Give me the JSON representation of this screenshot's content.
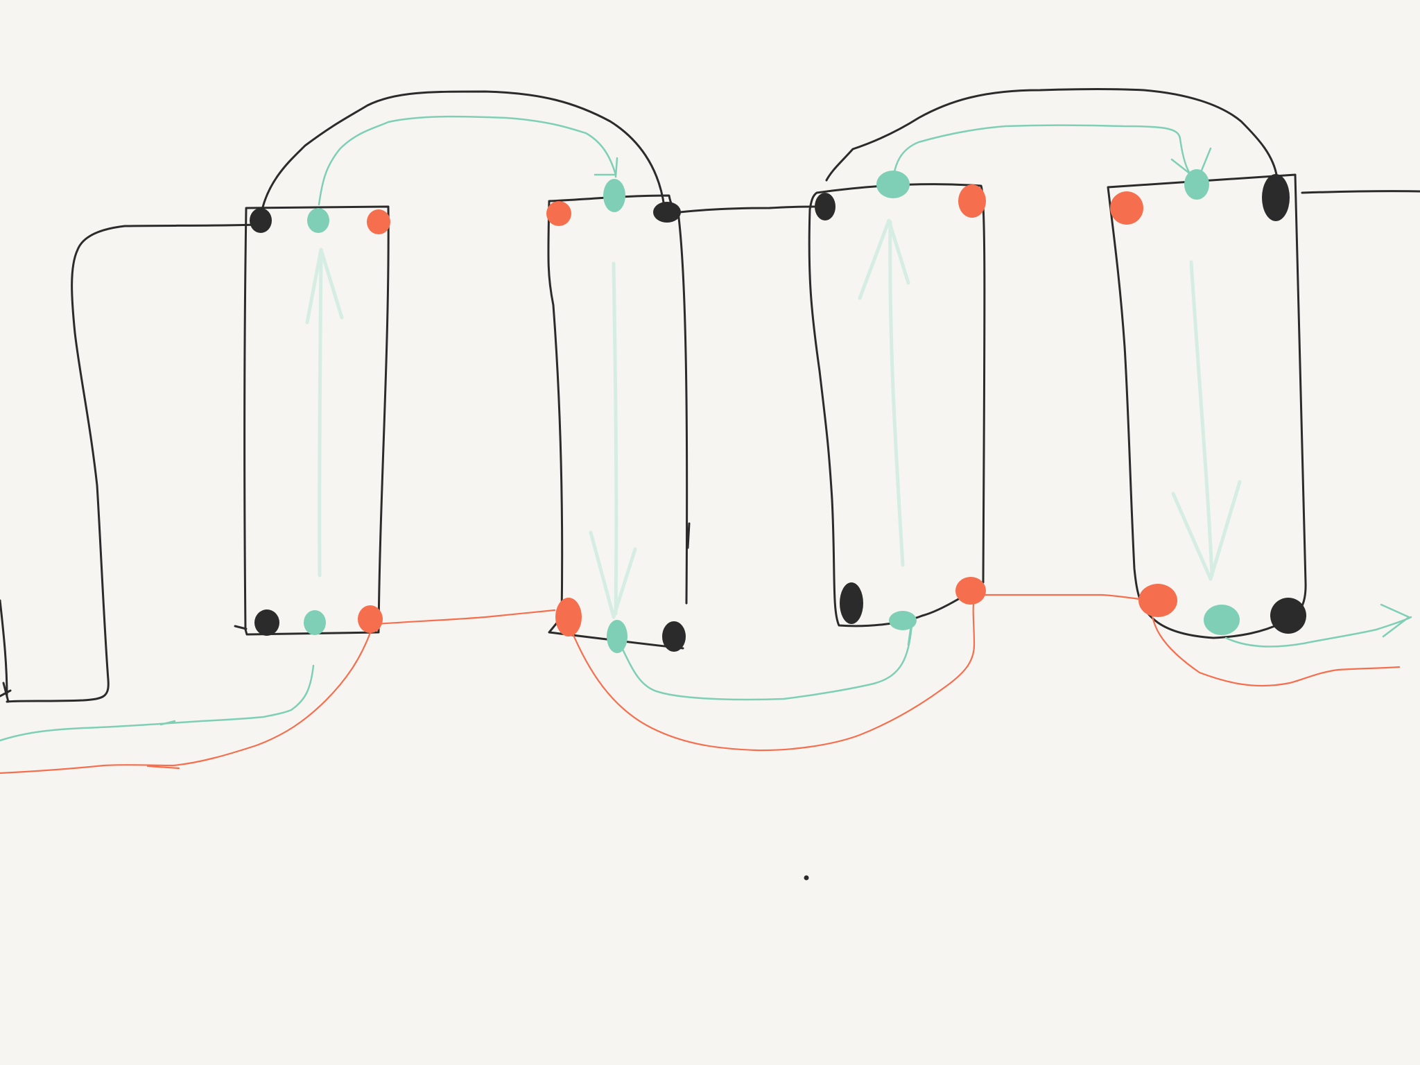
{
  "colors": {
    "background": "#f6f5f1",
    "ink": "#2b2b2b",
    "teal": "#7ecfb6",
    "orange": "#f56e4e",
    "faint_teal": "#d6ede4"
  },
  "diagram": {
    "modules": [
      {
        "id": "module-1",
        "flow": "up"
      },
      {
        "id": "module-2",
        "flow": "down"
      },
      {
        "id": "module-3",
        "flow": "up"
      },
      {
        "id": "module-4",
        "flow": "down"
      }
    ],
    "port_colors": [
      "ink",
      "teal",
      "orange"
    ],
    "connections": [
      {
        "from": "module-1",
        "to": "module-2",
        "color": "ink",
        "route": "top-arc"
      },
      {
        "from": "module-1",
        "to": "module-2",
        "color": "teal",
        "route": "top-arc"
      },
      {
        "from": "module-3",
        "to": "module-4",
        "color": "ink",
        "route": "top-arc"
      },
      {
        "from": "module-3",
        "to": "module-4",
        "color": "teal",
        "route": "top-arc"
      },
      {
        "from": "module-1",
        "to": "module-2",
        "color": "orange",
        "route": "bottom-straight"
      },
      {
        "from": "module-2",
        "to": "module-3",
        "color": "teal",
        "route": "bottom-loop"
      },
      {
        "from": "module-2",
        "to": "module-3",
        "color": "orange",
        "route": "bottom-loop"
      },
      {
        "from": "module-3",
        "to": "module-4",
        "color": "orange",
        "route": "bottom-straight"
      },
      {
        "from": "module-2",
        "to": "module-3",
        "color": "ink",
        "route": "top-straight"
      }
    ]
  }
}
